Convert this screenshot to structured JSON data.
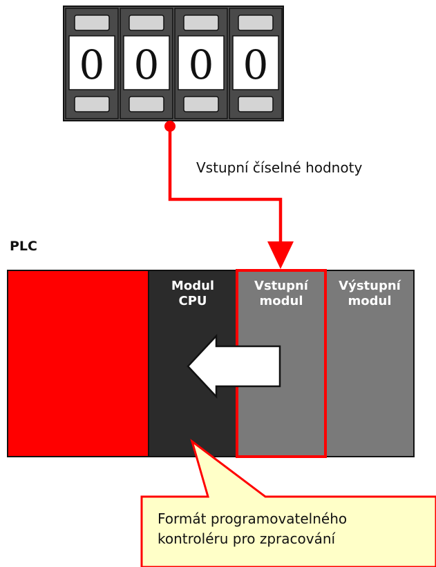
{
  "thumbwheel": {
    "digits": [
      "0",
      "0",
      "0",
      "0"
    ]
  },
  "flow_label": "Vstupní číselné hodnoty",
  "plc": {
    "label": "PLC",
    "modules": [
      {
        "line1": "Modul",
        "line2": "CPU"
      },
      {
        "line1": "Vstupní",
        "line2": "modul"
      },
      {
        "line1": "Výstupní",
        "line2": "modul"
      }
    ]
  },
  "callout": {
    "line1": "Formát programovatelného",
    "line2": "kontroléru pro zpracování"
  },
  "colors": {
    "red": "#ff0000",
    "cpu_module": "#2b2b2b",
    "io_module": "#7a7a7a",
    "callout_fill": "#ffffc8"
  }
}
